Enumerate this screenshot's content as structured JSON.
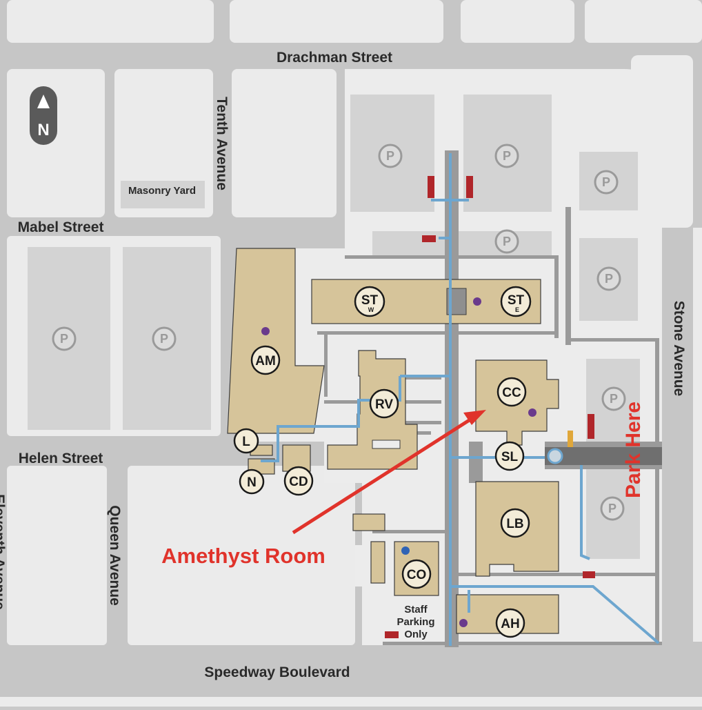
{
  "streets": {
    "drachman": "Drachman Street",
    "tenth": "Tenth Avenue",
    "mabel": "Mabel Street",
    "helen": "Helen Street",
    "queen": "Queen Avenue",
    "eleventh": "Eleventh Avenue",
    "stone": "Stone Avenue",
    "speedway": "Speedway Boulevard"
  },
  "places": {
    "masonry_yard": "Masonry Yard",
    "staff_parking_1": "Staff",
    "staff_parking_2": "Parking",
    "staff_parking_3": "Only"
  },
  "compass": "N",
  "parking_symbol": "P",
  "buildings": {
    "stw": "ST",
    "stw_sub": "W",
    "ste": "ST",
    "ste_sub": "E",
    "am": "AM",
    "rv": "RV",
    "cc": "CC",
    "sl": "SL",
    "lb": "LB",
    "l": "L",
    "n": "N",
    "cd": "CD",
    "co": "CO",
    "ah": "AH"
  },
  "annotations": {
    "amethyst": "Amethyst Room",
    "park_here": "Park Here"
  },
  "colors": {
    "building": "#d6c49a",
    "walkway": "#6da6cf",
    "annotation": "#e0332b",
    "marker_purple": "#6a3a8c",
    "marker_blue": "#2f63b5"
  }
}
